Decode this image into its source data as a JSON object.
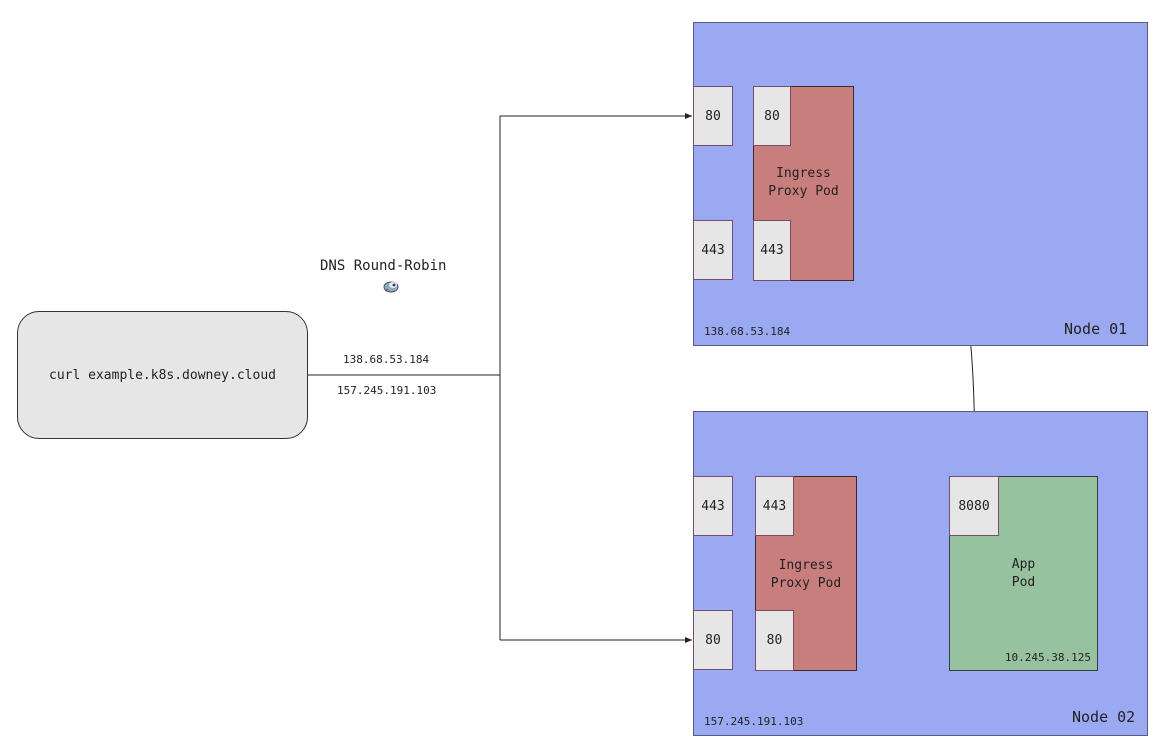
{
  "client": {
    "label": "curl example.k8s.downey.cloud"
  },
  "dns": {
    "label": "DNS Round-Robin",
    "icon": "dns-globe-icon",
    "records": [
      "138.68.53.184",
      "157.245.191.103"
    ]
  },
  "node1": {
    "name": "Node 01",
    "ip": "138.68.53.184",
    "host_ports": [
      "80",
      "443"
    ],
    "ingress_pod": {
      "label": "Ingress\nProxy Pod",
      "line1": "Ingress",
      "line2": "Proxy Pod",
      "ports": [
        "80",
        "443"
      ]
    }
  },
  "node2": {
    "name": "Node 02",
    "ip": "157.245.191.103",
    "host_ports": [
      "443",
      "80"
    ],
    "ingress_pod": {
      "line1": "Ingress",
      "line2": "Proxy Pod",
      "ports": [
        "443",
        "80"
      ]
    },
    "app_pod": {
      "line1": "App",
      "line2": "Pod",
      "port": "8080",
      "ip": "10.245.38.125"
    }
  },
  "colors": {
    "node": "#9aa9f2",
    "ingress_pod": "#c87e7c",
    "app_pod": "#97c2a0",
    "port": "#e6e6e6"
  }
}
